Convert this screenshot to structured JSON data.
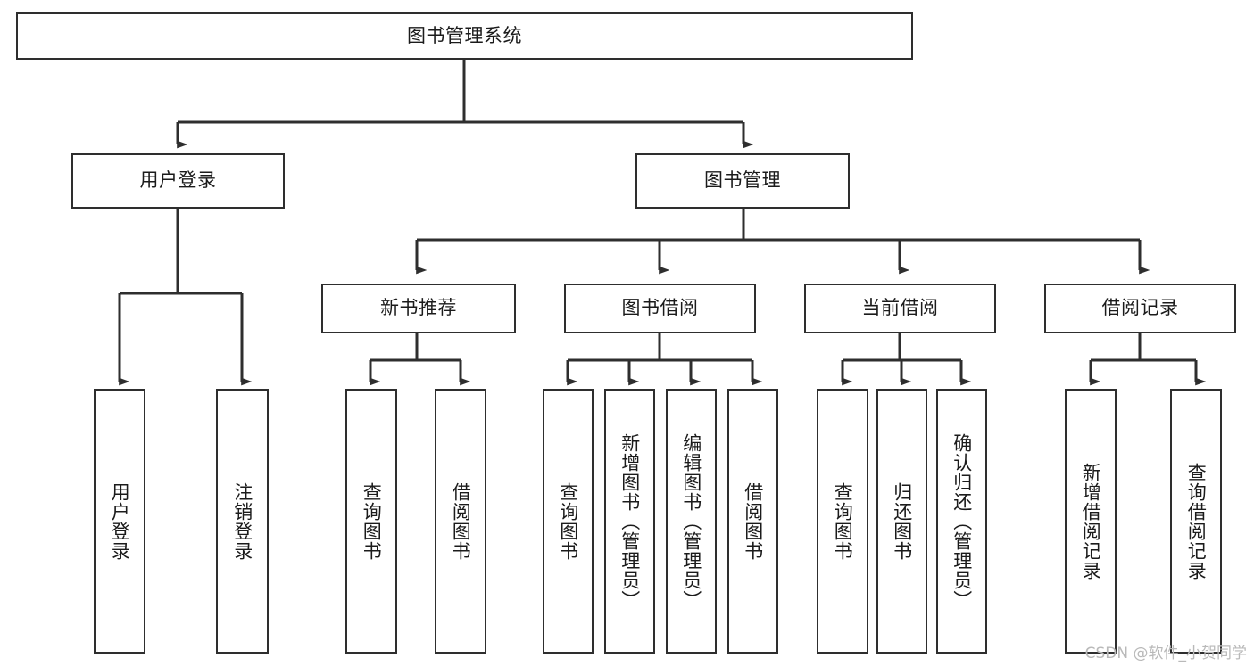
{
  "diagram": {
    "type": "tree-hierarchy-chart",
    "title": "图书管理系统",
    "orientation": "top-down",
    "stroke_color": "#2e2e2e",
    "background_color": "#ffffff",
    "text_color": "#1b1b1b"
  },
  "levels": {
    "level1": {
      "nodes": [
        {
          "id": "root",
          "label": "图书管理系统",
          "text_direction": "horizontal"
        }
      ]
    },
    "level2": {
      "nodes": [
        {
          "id": "user-login",
          "label": "用户登录",
          "text_direction": "horizontal"
        },
        {
          "id": "book-manage",
          "label": "图书管理",
          "text_direction": "horizontal"
        }
      ]
    },
    "level3": {
      "nodes": [
        {
          "id": "new-book-rec",
          "label": "新书推荐",
          "text_direction": "horizontal"
        },
        {
          "id": "book-borrow",
          "label": "图书借阅",
          "text_direction": "horizontal"
        },
        {
          "id": "current-borrow",
          "label": "当前借阅",
          "text_direction": "horizontal"
        },
        {
          "id": "borrow-record",
          "label": "借阅记录",
          "text_direction": "horizontal"
        }
      ]
    },
    "level4": {
      "nodes": [
        {
          "id": "leaf-user-login",
          "label": "用户登录",
          "parent": "user-login",
          "text_direction": "vertical"
        },
        {
          "id": "leaf-logout",
          "label": "注销登录",
          "parent": "user-login",
          "text_direction": "vertical"
        },
        {
          "id": "leaf-query-book-1",
          "label": "查询图书",
          "parent": "new-book-rec",
          "text_direction": "vertical"
        },
        {
          "id": "leaf-borrow-book-1",
          "label": "借阅图书",
          "parent": "new-book-rec",
          "text_direction": "vertical"
        },
        {
          "id": "leaf-query-book-2",
          "label": "查询图书",
          "parent": "book-borrow",
          "text_direction": "vertical"
        },
        {
          "id": "leaf-add-book",
          "label": "新增图书（管理员）",
          "parent": "book-borrow",
          "text_direction": "vertical"
        },
        {
          "id": "leaf-edit-book",
          "label": "编辑图书（管理员）",
          "parent": "book-borrow",
          "text_direction": "vertical"
        },
        {
          "id": "leaf-borrow-book-2",
          "label": "借阅图书",
          "parent": "book-borrow",
          "text_direction": "vertical"
        },
        {
          "id": "leaf-query-book-3",
          "label": "查询图书",
          "parent": "current-borrow",
          "text_direction": "vertical"
        },
        {
          "id": "leaf-return-book",
          "label": "归还图书",
          "parent": "current-borrow",
          "text_direction": "vertical"
        },
        {
          "id": "leaf-confirm-return",
          "label": "确认归还（管理员）",
          "parent": "current-borrow",
          "text_direction": "vertical"
        },
        {
          "id": "leaf-add-record",
          "label": "新增借阅记录",
          "parent": "borrow-record",
          "text_direction": "vertical"
        },
        {
          "id": "leaf-query-record",
          "label": "查询借阅记录",
          "parent": "borrow-record",
          "text_direction": "vertical"
        }
      ]
    }
  },
  "watermark": {
    "text": "CSDN @软件_小贺同学"
  }
}
